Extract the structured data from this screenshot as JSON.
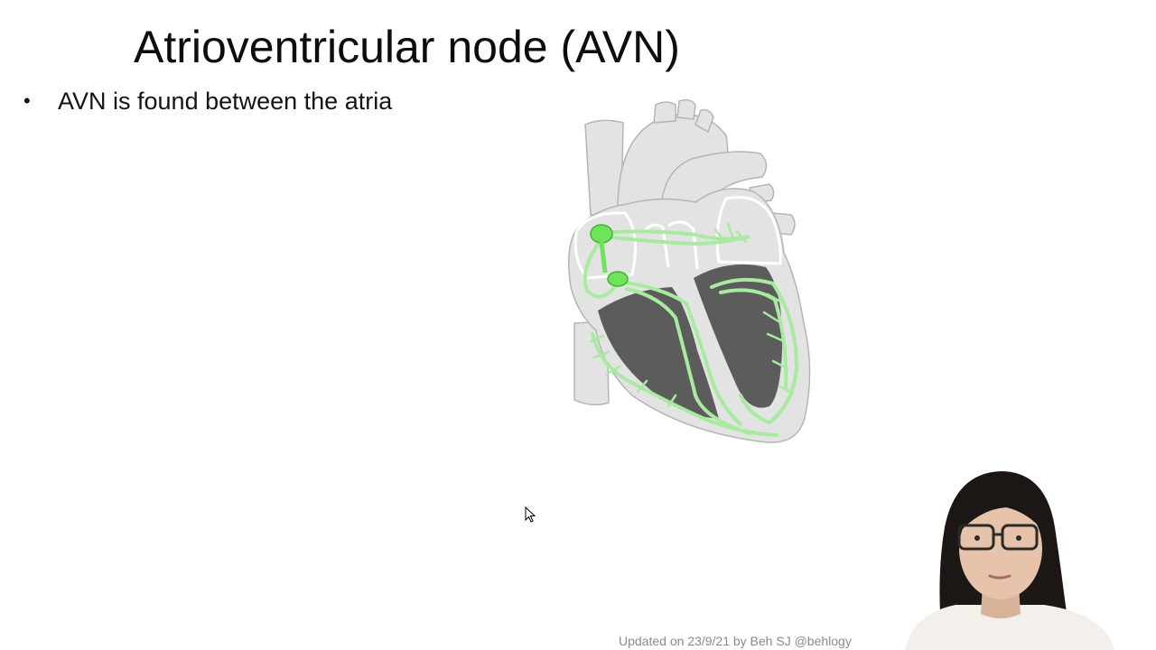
{
  "slide": {
    "title": "Atrioventricular node (AVN)",
    "bullets": [
      {
        "text": "AVN is found between the atria"
      }
    ],
    "footer": "Updated on 23/9/21 by Beh SJ @behlogy"
  },
  "diagram": {
    "icon": "heart-conduction-diagram",
    "colors": {
      "tissue": "#e3e3e3",
      "outline": "#b5b5b5",
      "ventricle_cavity": "#5c5c5c",
      "conduction_pathway": "#a8eba0",
      "node": "#6fe35c"
    }
  },
  "presenter": {
    "icon": "presenter-webcam"
  }
}
